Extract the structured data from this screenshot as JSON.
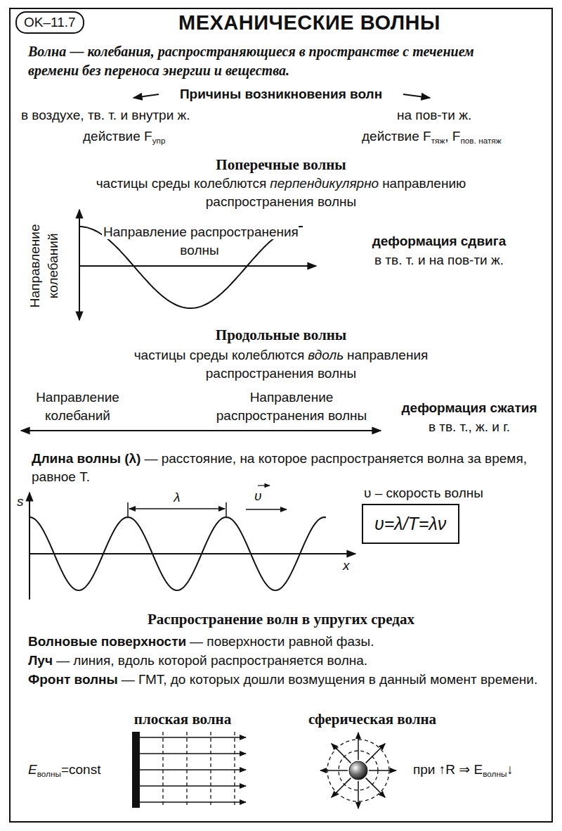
{
  "diagram": {
    "title": "МЕХАНИЧЕСКИЕ ВОЛНЫ",
    "nodes": [
      {
        "text": [
          "OK–11.7"
        ]
      },
      {
        "text": [
          "υ=λ/T=λν"
        ]
      }
    ],
    "labels": [
      "Волна",
      "— колебания, распространяющиеся в пространстве с течением времени без переноса энергии и вещества.",
      "Причины возникновения волн",
      "в воздухе, тв. т. и внутри ж.",
      "действие F",
      "упр",
      "на пов-ти ж.",
      "действие F",
      "тяж",
      ", F",
      "пов. натяж",
      "Поперечные волны",
      "частицы среды колеблются",
      "перпендикулярно",
      "направлению распространения волны",
      "Направление колебаний",
      "Направление распространения волны",
      "деформация сдвига",
      "в тв. т. и на пов-ти ж.",
      "Продольные волны",
      "частицы среды колеблются",
      "вдоль",
      "направления распространения волны",
      "Направление колебаний",
      "Направление распространения волны",
      "деформация сжатия",
      "в тв. т., ж. и г.",
      "Длина волны (λ)",
      "— расстояние, на которое распространяется волна за время, равное T.",
      "s",
      "λ",
      "υ",
      "x",
      "υ – скорость волны",
      "Распространение волн в упругих средах",
      "Волновые поверхности",
      "— поверхности равной фазы.",
      "Луч",
      "— линия, вдоль которой распространяется волна.",
      "Фронт волны",
      "— ГМТ, до которых дошли возмущения в данный момент времени.",
      "плоская волна",
      "сферическая волна",
      "E",
      "волны",
      "=const",
      "при ↑R ⇒ E",
      "волны",
      "↓"
    ]
  }
}
